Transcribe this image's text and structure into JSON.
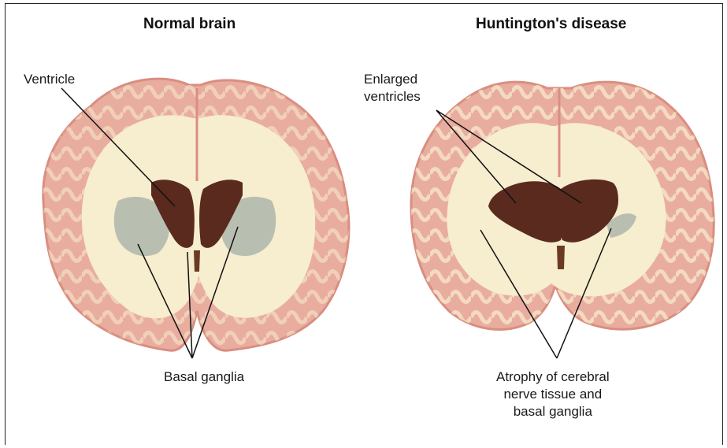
{
  "panels": [
    {
      "title": "Normal brain",
      "labels": {
        "ventricle": "Ventricle",
        "basal_ganglia": "Basal ganglia"
      }
    },
    {
      "title": "Huntington's disease",
      "labels": {
        "ventricles": "Enlarged\nventricles",
        "atrophy": "Atrophy of cerebral\nnerve tissue and\nbasal ganglia"
      }
    }
  ],
  "colors": {
    "cortex": "#e9ada0",
    "cortex_edge": "#d98e80",
    "white_matter": "#f7edcf",
    "ventricle": "#5a2a1e",
    "basal_ganglia": "#b9bfb0"
  }
}
